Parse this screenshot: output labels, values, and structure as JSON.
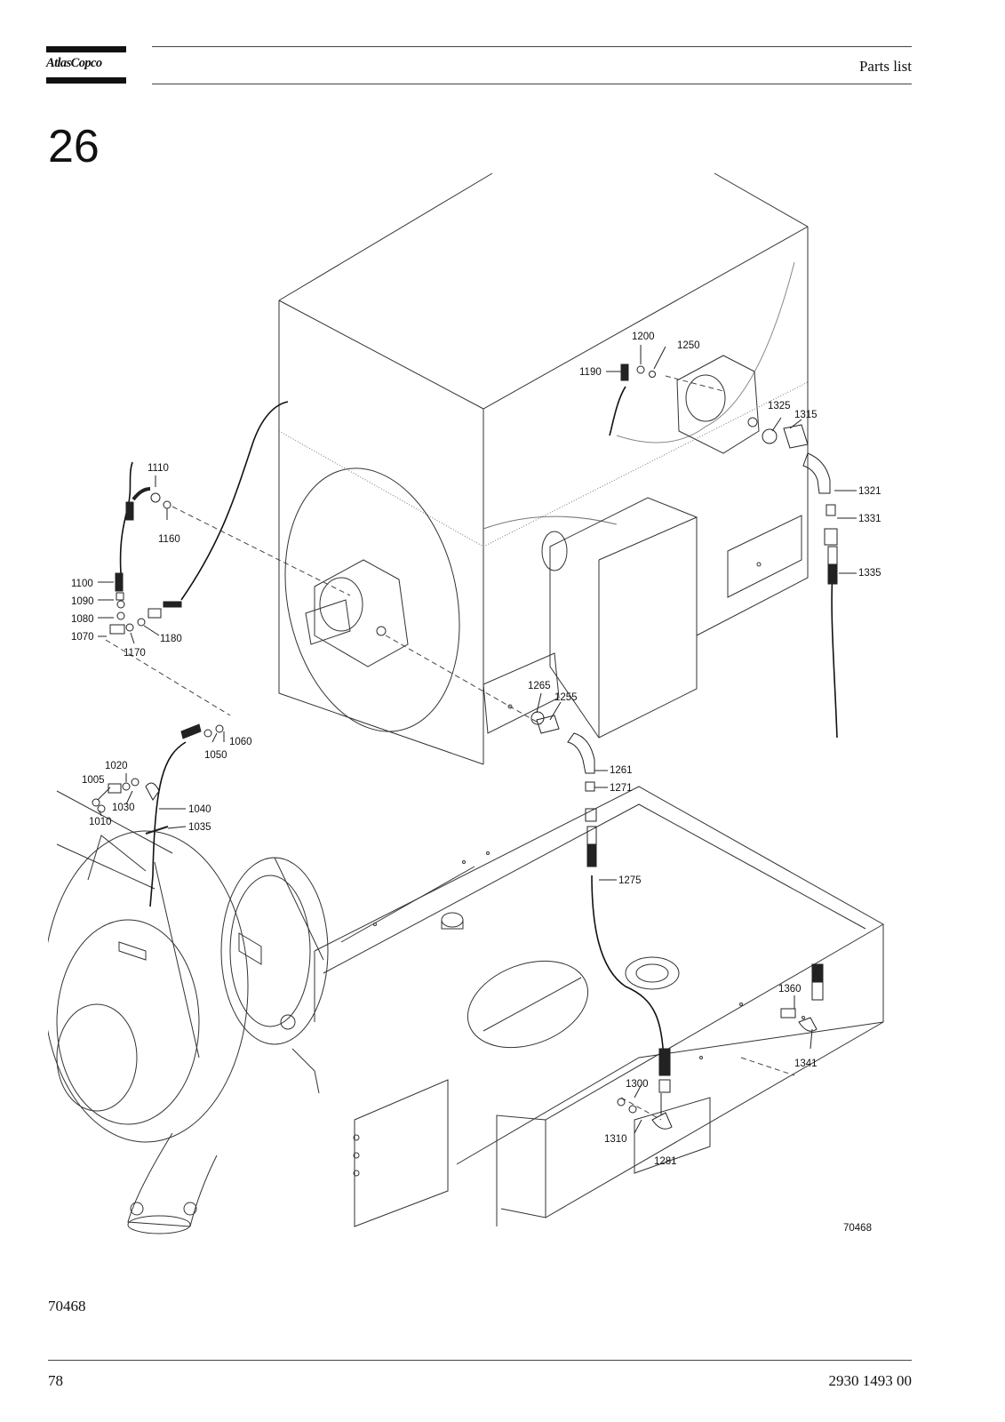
{
  "header": {
    "logo_text": "AtlasCopco",
    "title": "Parts list"
  },
  "section_number": "26",
  "drawing": {
    "callouts": [
      "1005",
      "1010",
      "1020",
      "1030",
      "1035",
      "1040",
      "1050",
      "1060",
      "1070",
      "1080",
      "1090",
      "1100",
      "1110",
      "1160",
      "1170",
      "1180",
      "1190",
      "1200",
      "1250",
      "1255",
      "1261",
      "1265",
      "1271",
      "1275",
      "1281",
      "1300",
      "1310",
      "1315",
      "1321",
      "1325",
      "1331",
      "1335",
      "1341",
      "1360"
    ],
    "drawing_number": "70468"
  },
  "figure_id": "70468",
  "footer": {
    "page_number": "78",
    "document_number": "2930 1493 00"
  }
}
